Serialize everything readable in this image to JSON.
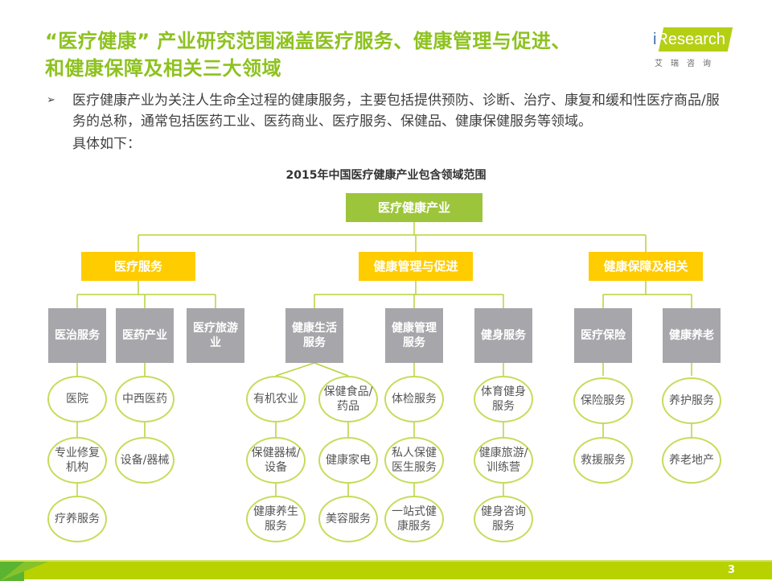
{
  "title": {
    "line1": "“医疗健康” 产业研究范围涵盖医疗服务、健康管理与促进、",
    "line2": "和健康保障及相关三大领域"
  },
  "logo": {
    "brand_i": "i",
    "brand_rest": "Research",
    "cn": "艾瑞咨询"
  },
  "bullet": {
    "marker": "➢",
    "text": "医疗健康产业为关注人生命全过程的健康服务，主要包括提供预防、诊断、治疗、康复和缓和性医疗商品/服务的总称，通常包括医药工业、医药商业、医疗服务、保健品、健康保健服务等领域。",
    "sub": "具体如下："
  },
  "chart_title": "2015年中国医疗健康产业包含领域范围",
  "diagram": {
    "root": "医疗健康产业",
    "groups": [
      {
        "label": "医疗服务",
        "categories": [
          {
            "label": "医治服务",
            "items": [
              "医院",
              "专业修复机构",
              "疗养服务"
            ]
          },
          {
            "label": "医药产业",
            "items": [
              "中西医药",
              "设备/器械"
            ]
          },
          {
            "label": "医疗旅游业",
            "items": []
          }
        ]
      },
      {
        "label": "健康管理与促进",
        "categories": [
          {
            "label": "健康生活服务",
            "items": [
              "有机农业",
              "保健器械/设备",
              "健康养生服务",
              "保健食品/药品",
              "健康家电",
              "美容服务"
            ]
          },
          {
            "label": "健康管理服务",
            "items": [
              "体检服务",
              "私人保健医生服务",
              "一站式健康服务"
            ]
          },
          {
            "label": "健身服务",
            "items": [
              "体育健身服务",
              "健康旅游/训练营",
              "健身咨询服务"
            ]
          }
        ]
      },
      {
        "label": "健康保障及相关",
        "categories": [
          {
            "label": "医疗保险",
            "items": [
              "保险服务",
              "救援服务"
            ]
          },
          {
            "label": "健康养老",
            "items": [
              "养护服务",
              "养老地产"
            ]
          }
        ]
      }
    ]
  },
  "footer": {
    "page": "3"
  },
  "colors": {
    "accent": "#8dc21f",
    "yellow": "#ffcc00",
    "gray": "#a7a6ab",
    "footer": "#b8d200"
  }
}
